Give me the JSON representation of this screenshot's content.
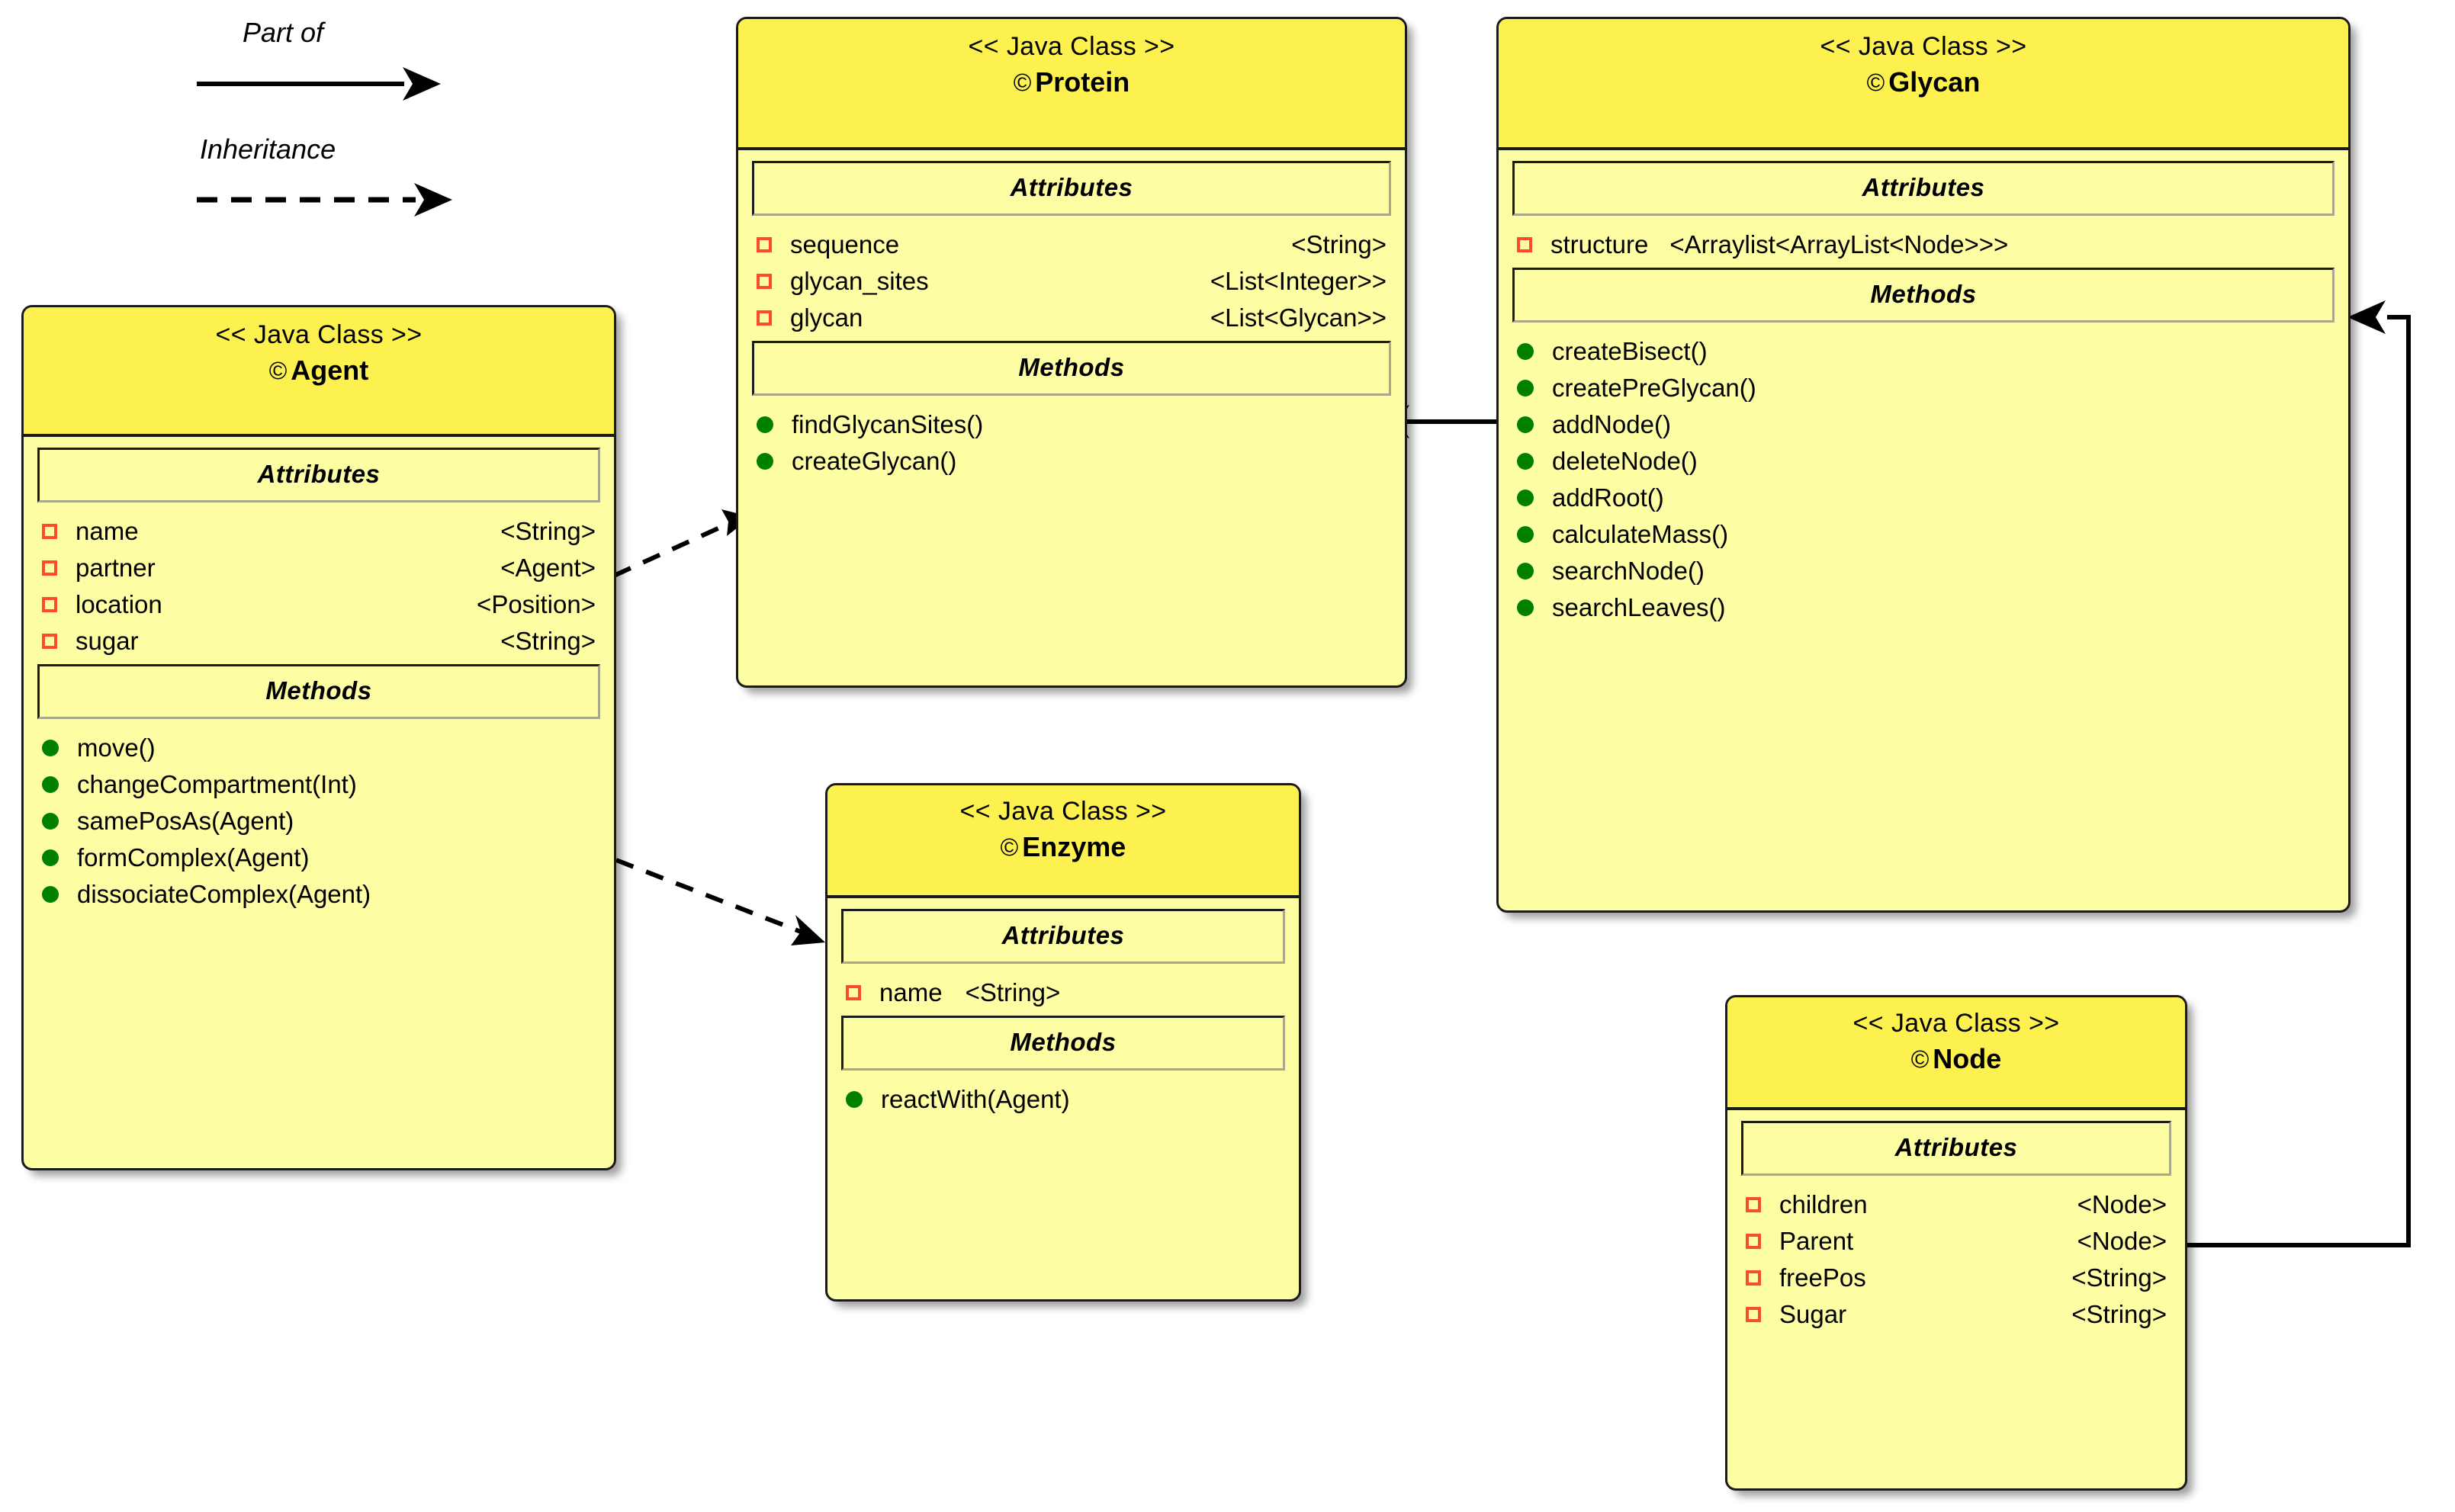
{
  "diagram": {
    "title": "Java Class UML Diagram",
    "type": "uml-class-diagram",
    "background": "#ffffff",
    "colors": {
      "header_fill": "#fcf14f",
      "body_fill": "#fdfda4",
      "border": "#1a1a1a",
      "attribute_marker": "#fc4c2c",
      "method_marker": "#008000",
      "edge": "#000000"
    }
  },
  "legend": {
    "items": [
      {
        "label": "Part of",
        "style": "solid",
        "arrow": "filled"
      },
      {
        "label": "Inheritance",
        "style": "dashed",
        "arrow": "filled"
      }
    ]
  },
  "labels": {
    "stereotype": "<< Java Class >>",
    "attributes_header": "Attributes",
    "methods_header": "Methods",
    "class_icon": "©"
  },
  "classes": [
    {
      "id": "agent",
      "name": "Agent",
      "stereotype": "<< Java Class >>",
      "attributes": [
        {
          "name": "name",
          "type": "<String>"
        },
        {
          "name": "partner",
          "type": "<Agent>"
        },
        {
          "name": "location",
          "type": "<Position>"
        },
        {
          "name": "sugar",
          "type": "<String>"
        }
      ],
      "methods": [
        {
          "name": "move()"
        },
        {
          "name": "changeCompartment(Int)"
        },
        {
          "name": "samePosAs(Agent)"
        },
        {
          "name": "formComplex(Agent)"
        },
        {
          "name": "dissociateComplex(Agent)"
        }
      ]
    },
    {
      "id": "protein",
      "name": "Protein",
      "stereotype": "<< Java Class >>",
      "attributes": [
        {
          "name": "sequence",
          "type": "<String>"
        },
        {
          "name": "glycan_sites",
          "type": "<List<Integer>>"
        },
        {
          "name": "glycan",
          "type": "<List<Glycan>>"
        }
      ],
      "methods": [
        {
          "name": "findGlycanSites()"
        },
        {
          "name": "createGlycan()"
        }
      ]
    },
    {
      "id": "glycan",
      "name": "Glycan",
      "stereotype": "<< Java Class >>",
      "attributes": [
        {
          "name": "structure",
          "type": "<Arraylist<ArrayList<Node>>>"
        }
      ],
      "methods": [
        {
          "name": "createBisect()"
        },
        {
          "name": "createPreGlycan()"
        },
        {
          "name": "addNode()"
        },
        {
          "name": "deleteNode()"
        },
        {
          "name": "addRoot()"
        },
        {
          "name": "calculateMass()"
        },
        {
          "name": "searchNode()"
        },
        {
          "name": "searchLeaves()"
        }
      ]
    },
    {
      "id": "enzyme",
      "name": "Enzyme",
      "stereotype": "<< Java Class >>",
      "attributes": [
        {
          "name": "name",
          "type": "<String>"
        }
      ],
      "methods": [
        {
          "name": "reactWith(Agent)"
        }
      ]
    },
    {
      "id": "node",
      "name": "Node",
      "stereotype": "<< Java Class >>",
      "attributes": [
        {
          "name": "children",
          "type": "<Node>"
        },
        {
          "name": "Parent",
          "type": "<Node>"
        },
        {
          "name": "freePos",
          "type": "<String>"
        },
        {
          "name": "Sugar",
          "type": "<String>"
        }
      ],
      "methods": []
    }
  ],
  "relationships": [
    {
      "from": "agent",
      "to": "protein",
      "kind": "Inheritance",
      "style": "dashed"
    },
    {
      "from": "agent",
      "to": "enzyme",
      "kind": "Inheritance",
      "style": "dashed"
    },
    {
      "from": "glycan",
      "to": "protein",
      "kind": "Part of",
      "style": "solid"
    },
    {
      "from": "node",
      "to": "glycan",
      "kind": "Part of",
      "style": "solid"
    }
  ]
}
